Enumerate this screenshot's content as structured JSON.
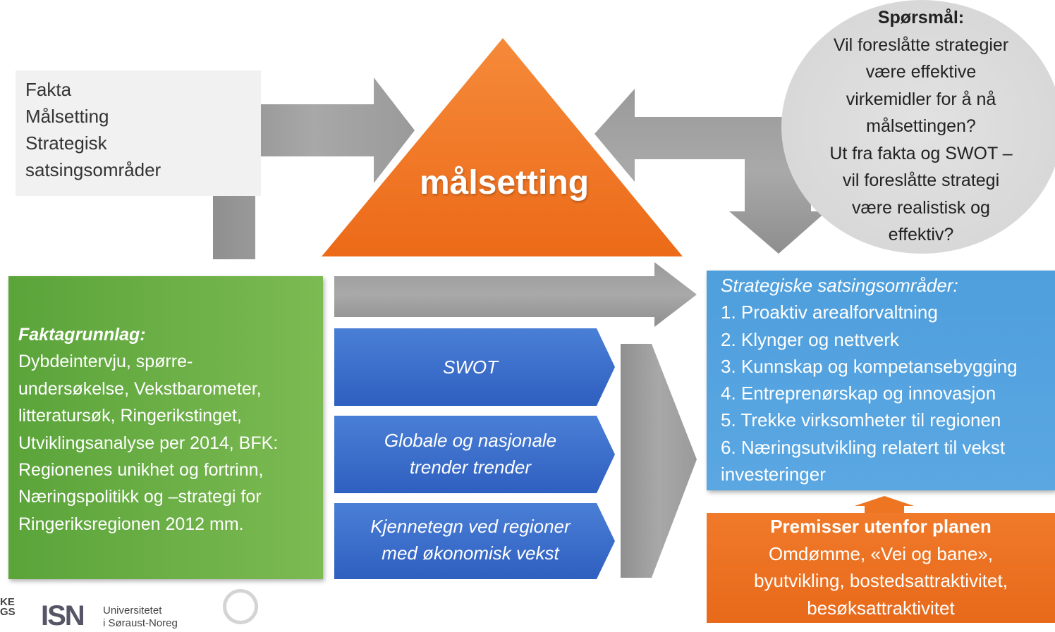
{
  "fakta_list": {
    "items": [
      "Fakta",
      "Målsetting",
      "Strategisk",
      "satsingsområder"
    ]
  },
  "question": {
    "title": "Spørsmål:",
    "lines": [
      "Vil foreslåtte strategier",
      "være effektive",
      "virkemidler for å nå",
      "målsettingen?",
      "Ut fra fakta og SWOT –",
      "vil foreslåtte strategi",
      "være realistisk og",
      "effektiv?"
    ]
  },
  "triangle": {
    "label": "målsetting",
    "color": "#ee7623"
  },
  "faktagrunnlag": {
    "title": "Faktagrunnlag:",
    "lines": [
      "Dybdeintervju,  spørre-",
      "undersøkelse,  Vekstbarometer,",
      "litteratursøk, Ringerikstinget,",
      "Utviklingsanalyse per 2014, BFK:",
      "Regionenes unikhet og fortrinn,",
      "Næringspolitikk og –strategi for",
      "Ringeriksregionen 2012 mm."
    ],
    "color": "#6db046"
  },
  "chevrons": [
    {
      "lines": [
        "SWOT"
      ]
    },
    {
      "lines": [
        "Globale og nasjonale",
        "trender trender"
      ]
    },
    {
      "lines": [
        "Kjennetegn ved regioner",
        "med økonomisk vekst"
      ]
    }
  ],
  "strategic_areas": {
    "title": "Strategiske satsingsområder:",
    "items": [
      "1. Proaktiv arealforvaltning",
      "2. Klynger og nettverk",
      "3. Kunnskap og kompetansebygging",
      "4. Entreprenørskap og innovasjon",
      "5. Trekke virksomheter til regionen",
      "6. Næringsutvikling relatert til vekst",
      "investeringer"
    ],
    "color": "#55a3e0"
  },
  "premises": {
    "title": "Premisser utenfor planen",
    "lines": [
      "Omdømme, «Vei og bane»,",
      "byutvikling, bostedsattraktivitet,",
      "besøksattraktivitet"
    ],
    "color": "#ee7623"
  },
  "logos": {
    "ke": [
      "KE",
      "GS"
    ],
    "isn": "ISN",
    "univ": [
      "Universitetet",
      "i Søraust-Noreg"
    ]
  }
}
